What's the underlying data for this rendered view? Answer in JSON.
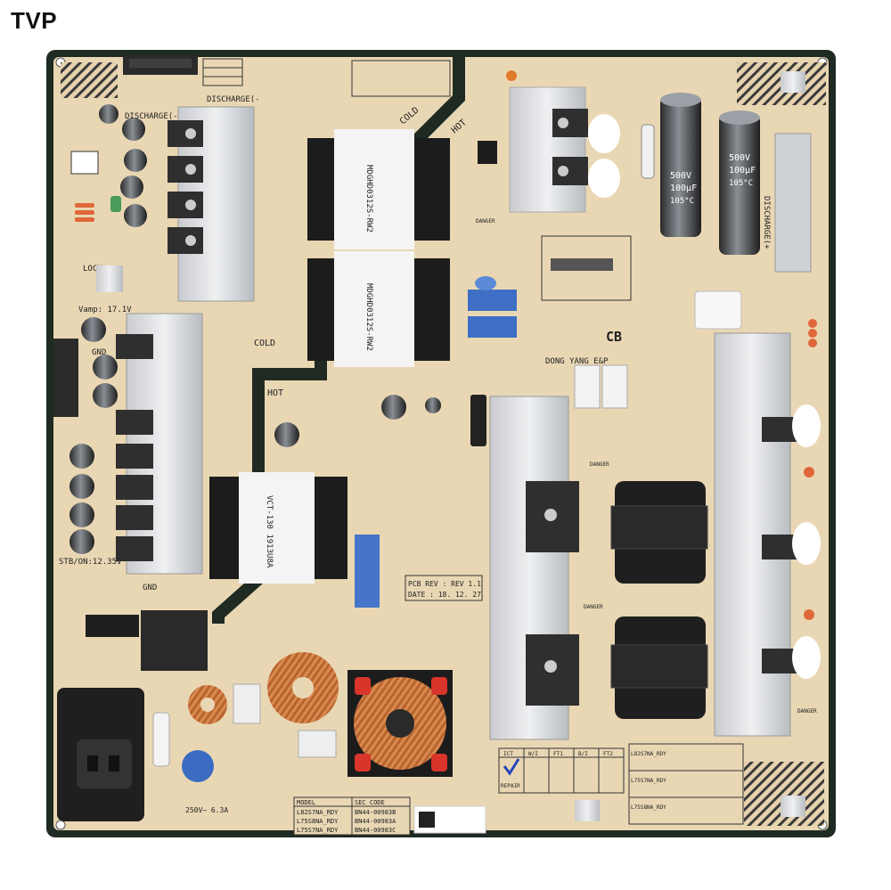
{
  "brand": "TVP",
  "board": {
    "labels": {
      "discharge_top": "DISCHARGE(-",
      "discharge_left": "DISCHARGE(-",
      "discharge_right": "DISCHARGE(+",
      "cold_top": "COLD",
      "hot_top": "HOT",
      "cold_mid": "COLD",
      "hot_mid": "HOT",
      "lock": "LOCK",
      "vamp": "Vamp: 17.1V",
      "gnd_top": "GND",
      "gnd_bottom": "GND",
      "stb": "STB/ON:12.35V",
      "cb": "CB",
      "dong_yang": "DONG YANG E&P",
      "pcb_rev": "PCB REV : REV 1.1",
      "date": "DATE : 18. 12. 27",
      "model_header": "MODEL",
      "sec_code_header": "SEC  CODE",
      "repair": "REPAIR",
      "danger": "DANGER",
      "fuse_rating": "250V~ 6.3A",
      "tr1": "MDGHD0312S-RW2",
      "tr2": "MDGHD0312S-RW2",
      "tr3": "VCT-130 1913U8A"
    },
    "model_rows": [
      {
        "model": "L82S7NA_RDY",
        "code": "BN44-00983B"
      },
      {
        "model": "L75S8NA_RDY",
        "code": "BN44-00983A"
      },
      {
        "model": "L75S7NA_RDY",
        "code": "BN44-00983C"
      }
    ],
    "check_headers": [
      "ICT",
      "W/I",
      "FT1",
      "B/I",
      "FT2"
    ],
    "right_table": [
      "L82S7NA_RDY",
      "L75S7NA_RDY",
      "L75S8NA_RDY"
    ],
    "caps": {
      "cap_voltage": "500V",
      "cap_value": "100μF",
      "cap_temp": "105°C"
    }
  }
}
